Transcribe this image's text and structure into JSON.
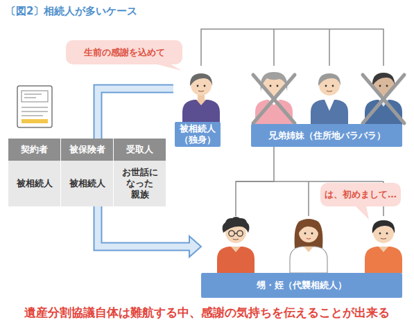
{
  "diagram": {
    "title": "〔図2〕相続人が多いケース",
    "caption": "遺産分割協議自体は難航する中、感謝の気持ちを伝えることが出来る",
    "nodes": [
      {
        "text": [
          "生前の感謝を込めて"
        ]
      },
      {
        "text": [
          "被相続人 （独身）"
        ]
      },
      {
        "text": [
          "兄弟姉妹（住所地バラバラ）"
        ]
      },
      {
        "text": [
          "は、初めまして…"
        ]
      },
      {
        "text": [
          "甥・姪（代襲相続人）"
        ]
      }
    ],
    "edges": [
      {
        "from": 1,
        "to": 4,
        "arrow": "to"
      },
      {
        "from": 1,
        "to": 2,
        "arrow": "none"
      },
      {
        "from": 2,
        "to": 4,
        "arrow": "none"
      }
    ],
    "labels": [
      "契約者",
      "被保険者",
      "受取人",
      "被相続人",
      "被相続人",
      "お世話に なった 親族"
    ]
  }
}
